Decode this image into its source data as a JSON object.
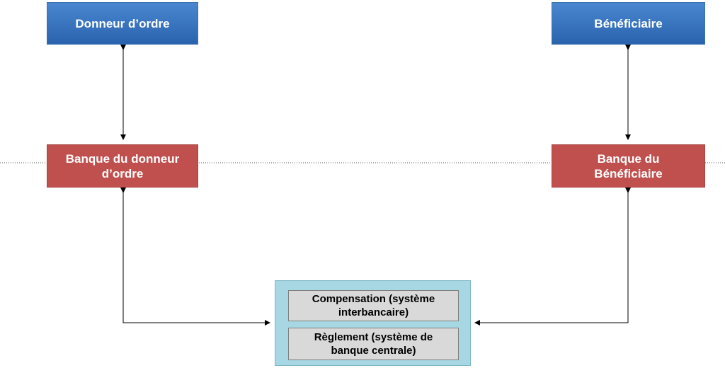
{
  "nodes": {
    "ordering_party": "Donneur d’ordre",
    "beneficiary": "Bénéficiaire",
    "ordering_bank": "Banque du donneur d’ordre",
    "beneficiary_bank": "Banque du Bénéficiaire"
  },
  "system": {
    "clearing": "Compensation (système interbancaire)",
    "settlement": "Règlement (système de banque centrale)"
  },
  "colors": {
    "party_box": "#2f6db5",
    "bank_box": "#c0504d",
    "system_box": "#a7d7e3",
    "inner_box": "#d9d9d9"
  }
}
